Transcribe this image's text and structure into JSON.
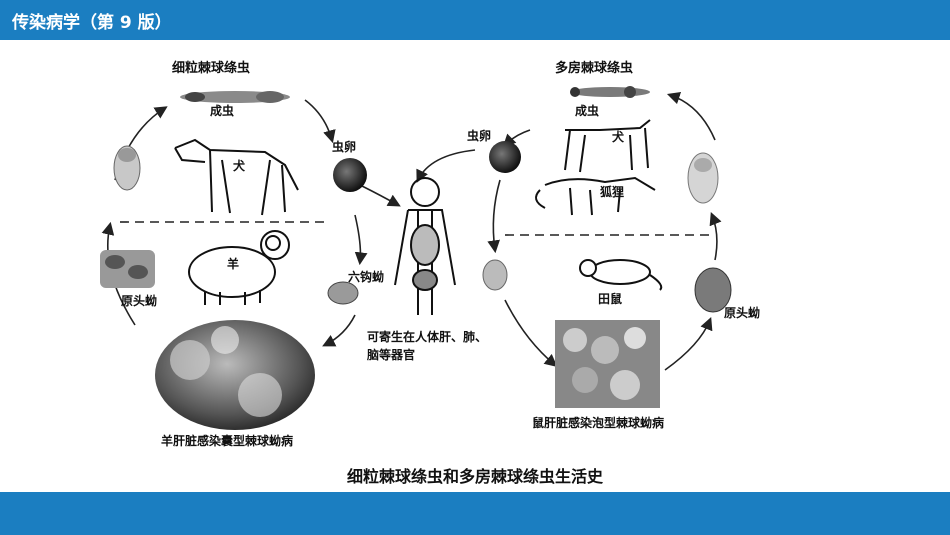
{
  "header": {
    "title": "传染病学（第 9 版）"
  },
  "left_cycle": {
    "title": "细粒棘球绦虫",
    "adult": "成虫",
    "dog": "犬",
    "egg": "虫卵",
    "sheep": "羊",
    "protoscolex": "原头蚴",
    "hexacanth": "六钩蚴",
    "organ_caption": "羊肝脏感染囊型棘球蚴病"
  },
  "right_cycle": {
    "title": "多房棘球绦虫",
    "adult": "成虫",
    "dog": "犬",
    "fox": "狐狸",
    "egg": "虫卵",
    "vole": "田鼠",
    "protoscolex": "原头蚴",
    "organ_caption": "鼠肝脏感染泡型棘球蚴病"
  },
  "human": {
    "note_line1": "可寄生在人体肝、肺、",
    "note_line2": "脑等器官"
  },
  "caption": "细粒棘球绦虫和多房棘球绦虫生活史"
}
